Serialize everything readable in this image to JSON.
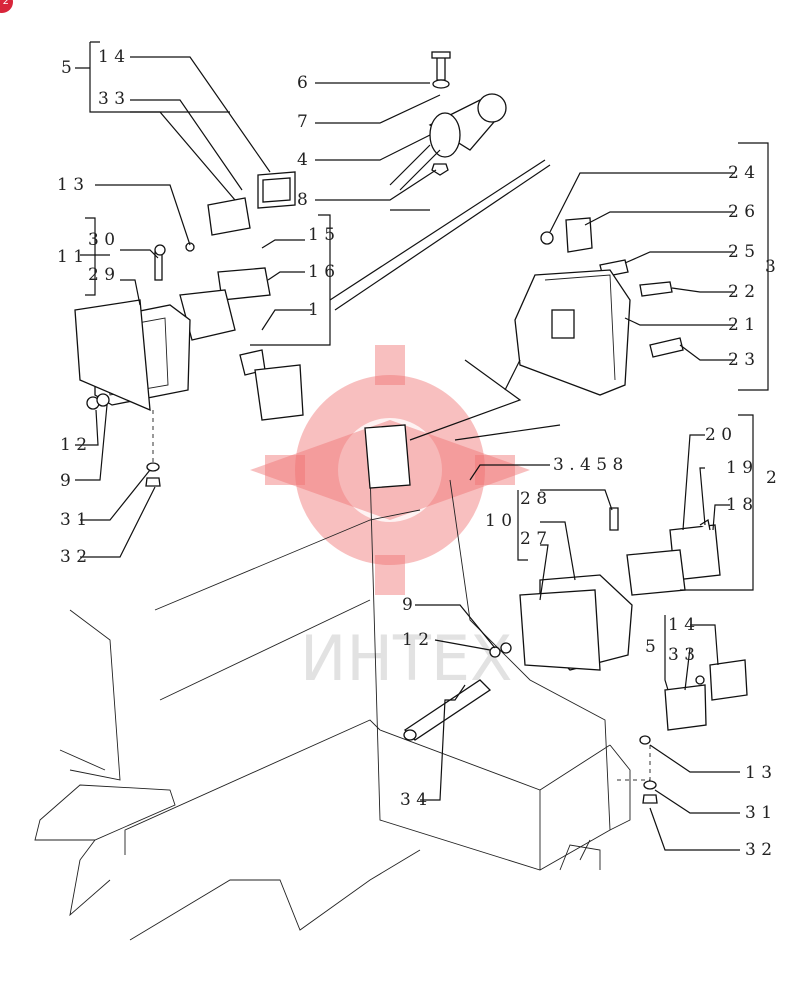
{
  "corner_badge": "2",
  "watermark": {
    "text": "ИНТЕХ"
  },
  "callouts": {
    "c5a": "5",
    "c14a": "1 4",
    "c33a": "3 3",
    "c6": "6",
    "c7": "7",
    "c4": "4",
    "c8": "8",
    "c13a": "1 3",
    "c30": "3 0",
    "c11": "1 1",
    "c29": "2 9",
    "c15": "1 5",
    "c16": "1 6",
    "c1": "1",
    "c12a": "1 2",
    "c9a": "9",
    "c31a": "3 1",
    "c32a": "3 2",
    "c24": "2 4",
    "c26": "2 6",
    "c25": "2 5",
    "c3": "3",
    "c22": "2 2",
    "c21": "2 1",
    "c23": "2 3",
    "c20": "2 0",
    "c19": "1 9",
    "c2": "2",
    "c18": "1 8",
    "c3458": "3 . 4 5 8",
    "c28": "2 8",
    "c10": "1 0",
    "c27": "2 7",
    "c14b": "1 4",
    "c5b": "5",
    "c33b": "3 3",
    "c9b": "9",
    "c12b": "1 2",
    "c13b": "1 3",
    "c31b": "3 1",
    "c32b": "3 2",
    "c34": "3 4"
  }
}
